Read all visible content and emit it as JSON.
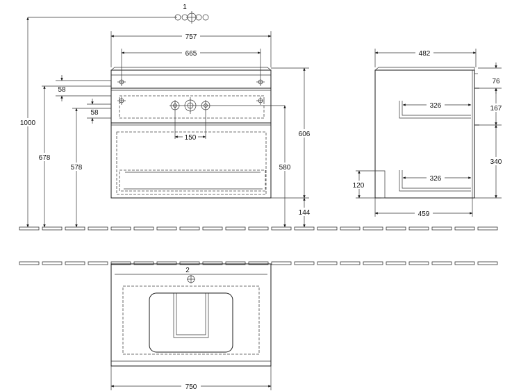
{
  "drawing": {
    "callouts": {
      "front_drain": "1",
      "top_drain": "2"
    },
    "front_view": {
      "width_total": "757",
      "width_inner": "665",
      "drawer_gap_top": "58",
      "drawer_gap_mid": "58",
      "tap_spacing": "150",
      "height_total": "1000",
      "height_678": "678",
      "height_578": "578",
      "height_606": "606",
      "height_580": "580",
      "floor_clearance": "144"
    },
    "side_view": {
      "depth_total": "482",
      "depth_base": "459",
      "top_76": "76",
      "drawer_167": "167",
      "drawer_340": "340",
      "plinth_120": "120",
      "inner_326_top": "326",
      "inner_326_bottom": "326"
    },
    "top_view": {
      "width": "750"
    }
  }
}
